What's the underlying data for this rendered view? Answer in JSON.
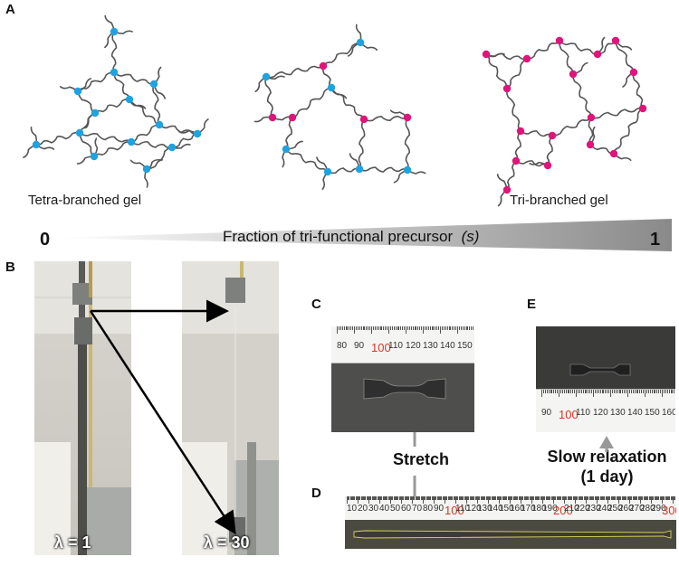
{
  "panels": {
    "A": "A",
    "B": "B",
    "C": "C",
    "D": "D",
    "E": "E"
  },
  "panel_a": {
    "left_label": "Tetra-branched gel",
    "right_label": "Tri-branched gel",
    "axis_start": "0",
    "axis_end": "1",
    "axis_label": "Fraction of tri-functional precursor",
    "axis_symbol": "(s)",
    "colors": {
      "tetra_node": "#1fa3e0",
      "tri_node": "#e0147a",
      "strand": "#555555"
    }
  },
  "panel_b": {
    "lambda_left": "λ = 1",
    "lambda_right": "λ = 30"
  },
  "panel_cde": {
    "stretch_label": "Stretch",
    "relax_label_line1": "Slow relaxation",
    "relax_label_line2": "(1 day)",
    "ruler_c": [
      "80",
      "90",
      "100",
      "110",
      "120",
      "130",
      "140",
      "150"
    ],
    "ruler_e": [
      "90",
      "100",
      "110",
      "120",
      "130",
      "140",
      "150",
      "160"
    ],
    "ruler_d": [
      "10",
      "20",
      "30",
      "40",
      "50",
      "60",
      "70",
      "80",
      "90",
      "100",
      "110",
      "120",
      "130",
      "140",
      "150",
      "160",
      "170",
      "180",
      "190",
      "200",
      "210",
      "220",
      "230",
      "240",
      "250",
      "260",
      "270",
      "280",
      "290",
      "300"
    ]
  }
}
